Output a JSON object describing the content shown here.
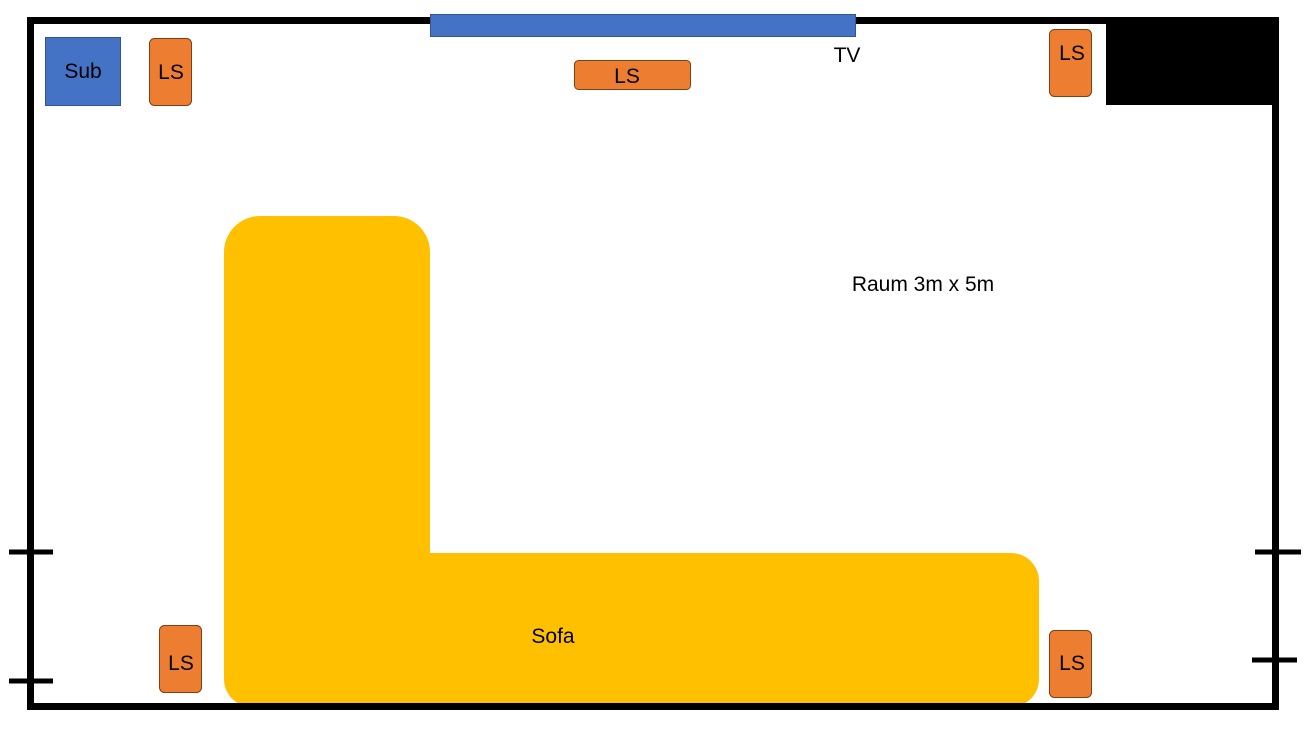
{
  "room": {
    "label": "Raum 3m x 5m",
    "wall_color": "#000000"
  },
  "tv": {
    "label": "TV",
    "color": "#4472C4"
  },
  "subwoofer": {
    "label": "Sub",
    "color": "#4472C4"
  },
  "speakers": {
    "label": "LS",
    "color": "#ED7D31"
  },
  "sofa": {
    "label": "Sofa",
    "color": "#FFC000"
  },
  "corner_block": {
    "color": "#000000"
  }
}
